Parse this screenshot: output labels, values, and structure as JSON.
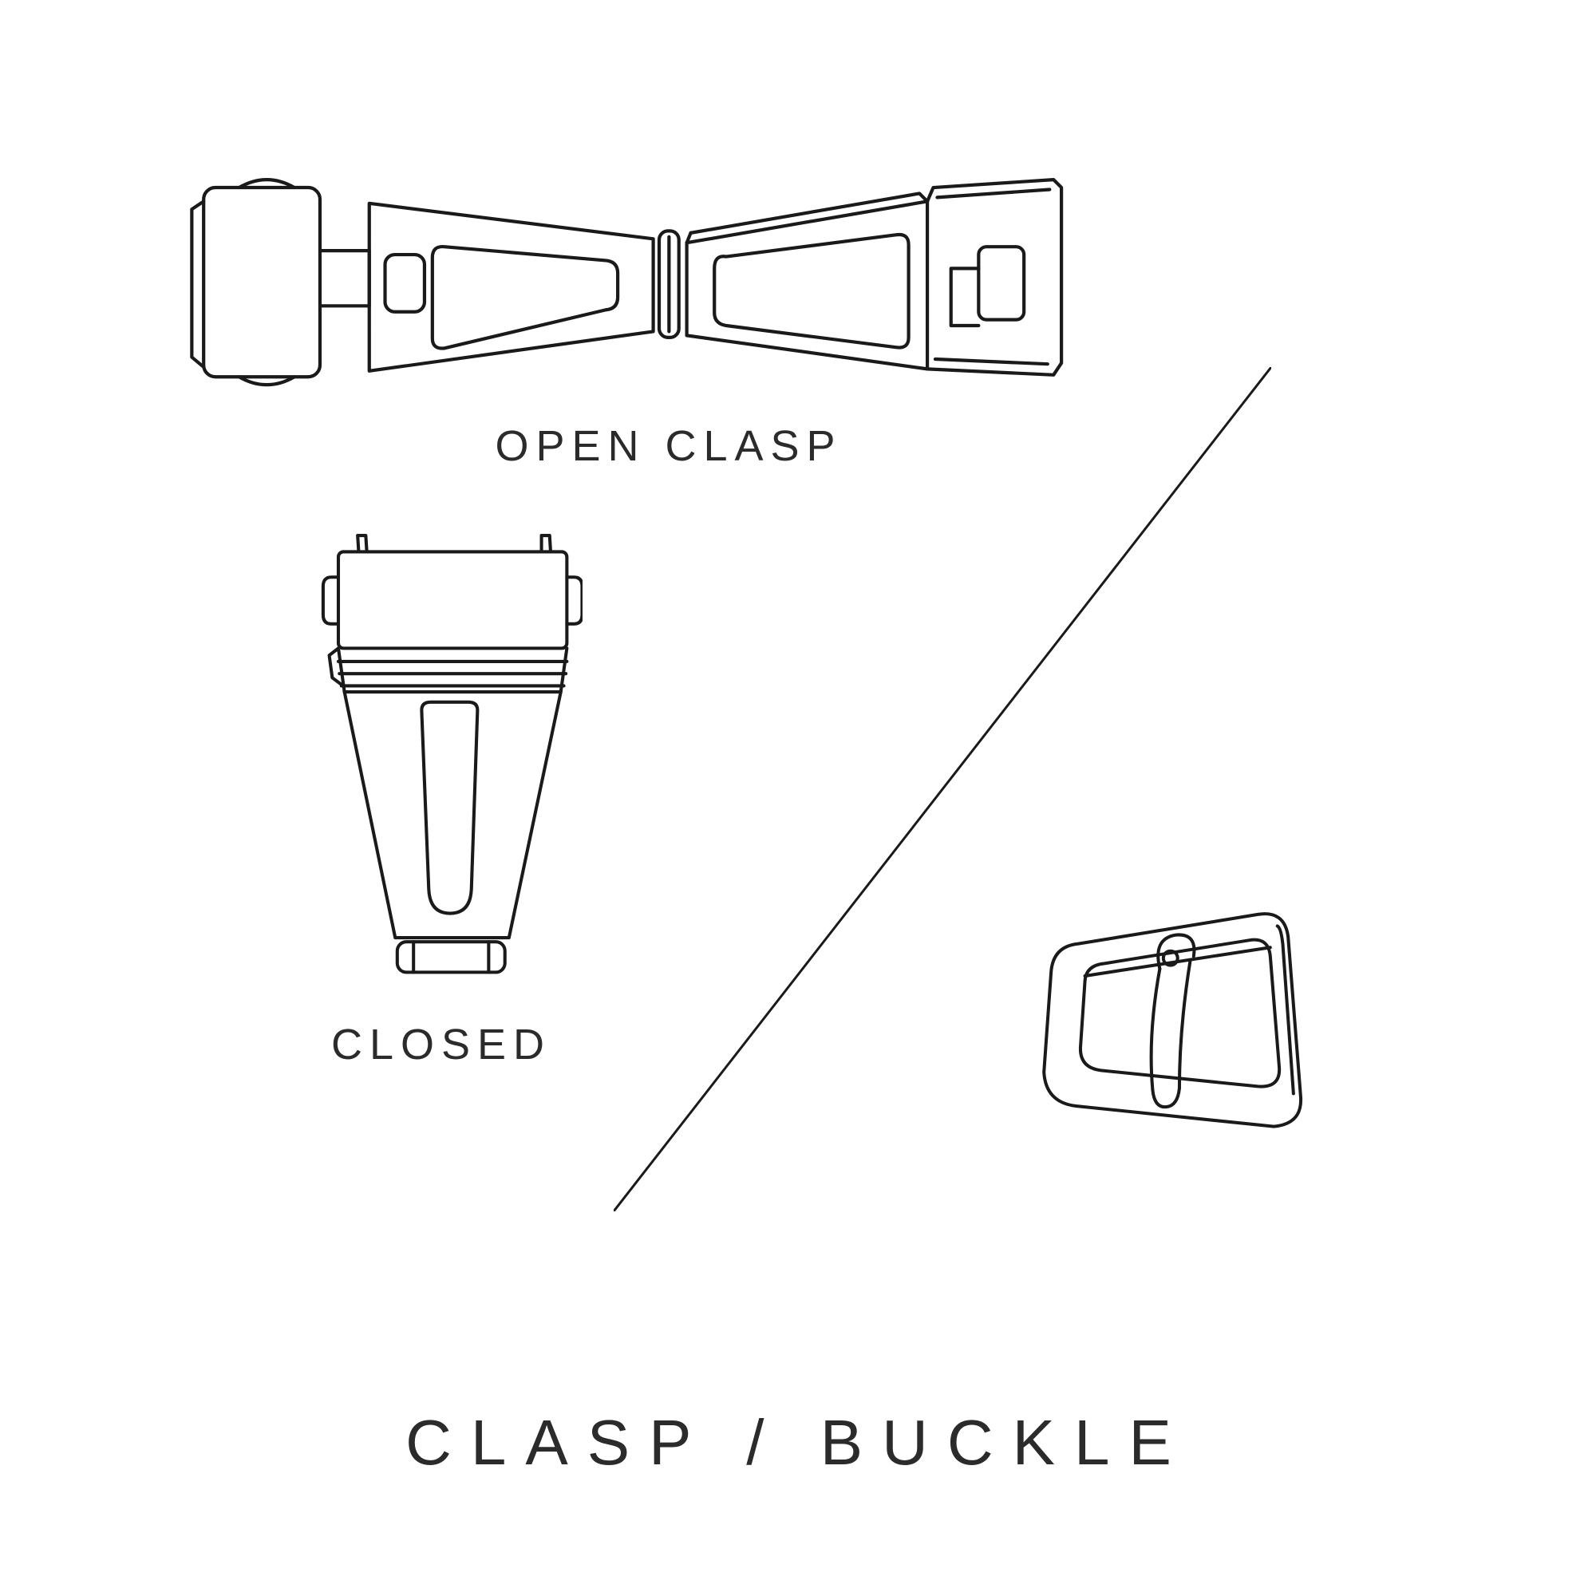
{
  "page": {
    "background_color": "#ffffff",
    "line_color": "#1a1a1a",
    "text_color": "#2b2b2b"
  },
  "figures": {
    "open_clasp": {
      "illustration": "open-deployant-clasp-line-art",
      "caption": "OPEN CLASP"
    },
    "closed_clasp": {
      "illustration": "closed-clasp-line-art",
      "caption": "CLOSED"
    },
    "tang_buckle": {
      "illustration": "tang-buckle-line-art"
    }
  },
  "divider": {
    "type": "diagonal-line"
  },
  "title": "CLASP / BUCKLE"
}
